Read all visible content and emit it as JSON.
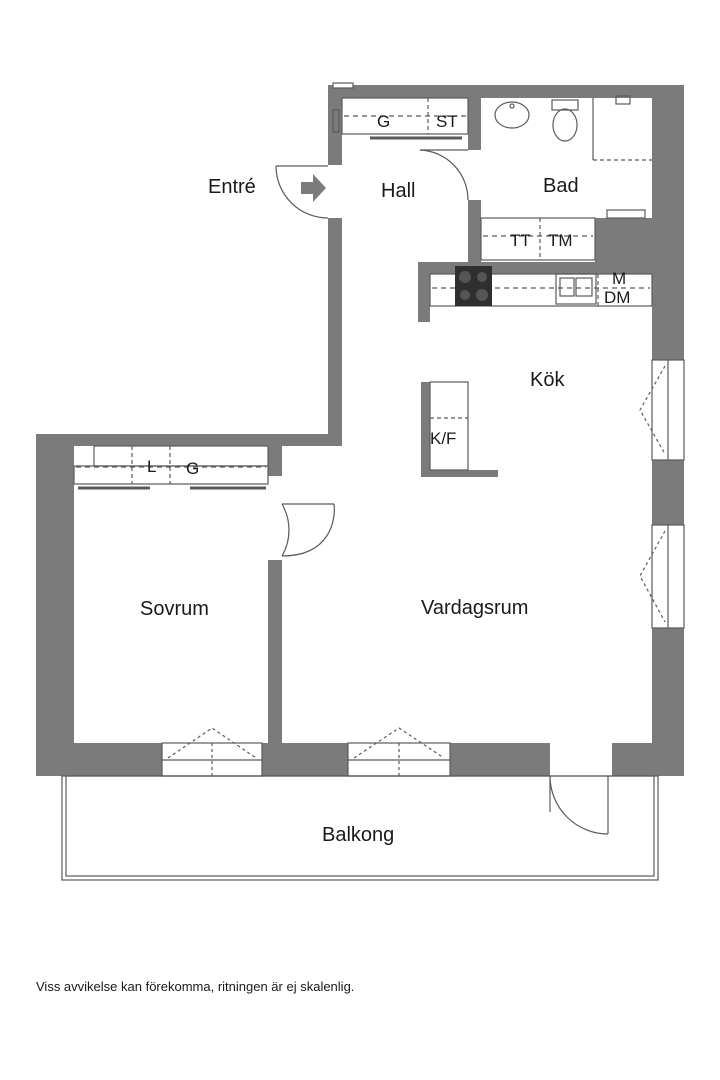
{
  "rooms": {
    "entre": "Entré",
    "hall": "Hall",
    "bad": "Bad",
    "kok": "Kök",
    "sovrum": "Sovrum",
    "vardagsrum": "Vardagsrum",
    "balkong": "Balkong"
  },
  "fixtures": {
    "hall_wardrobe": "G",
    "hall_storage": "ST",
    "laundry_washer": "TT",
    "laundry_dryer": "TM",
    "kitchen_microwave": "M",
    "kitchen_dishwasher": "DM",
    "fridge_freezer": "K/F",
    "bedroom_linen": "L",
    "bedroom_wardrobe": "G"
  },
  "colors": {
    "wall": "#7b7b7b",
    "line": "#5a5a5a",
    "text": "#1a1a1a"
  },
  "disclaimer": "Viss avvikelse kan förekomma, ritningen är ej skalenlig."
}
